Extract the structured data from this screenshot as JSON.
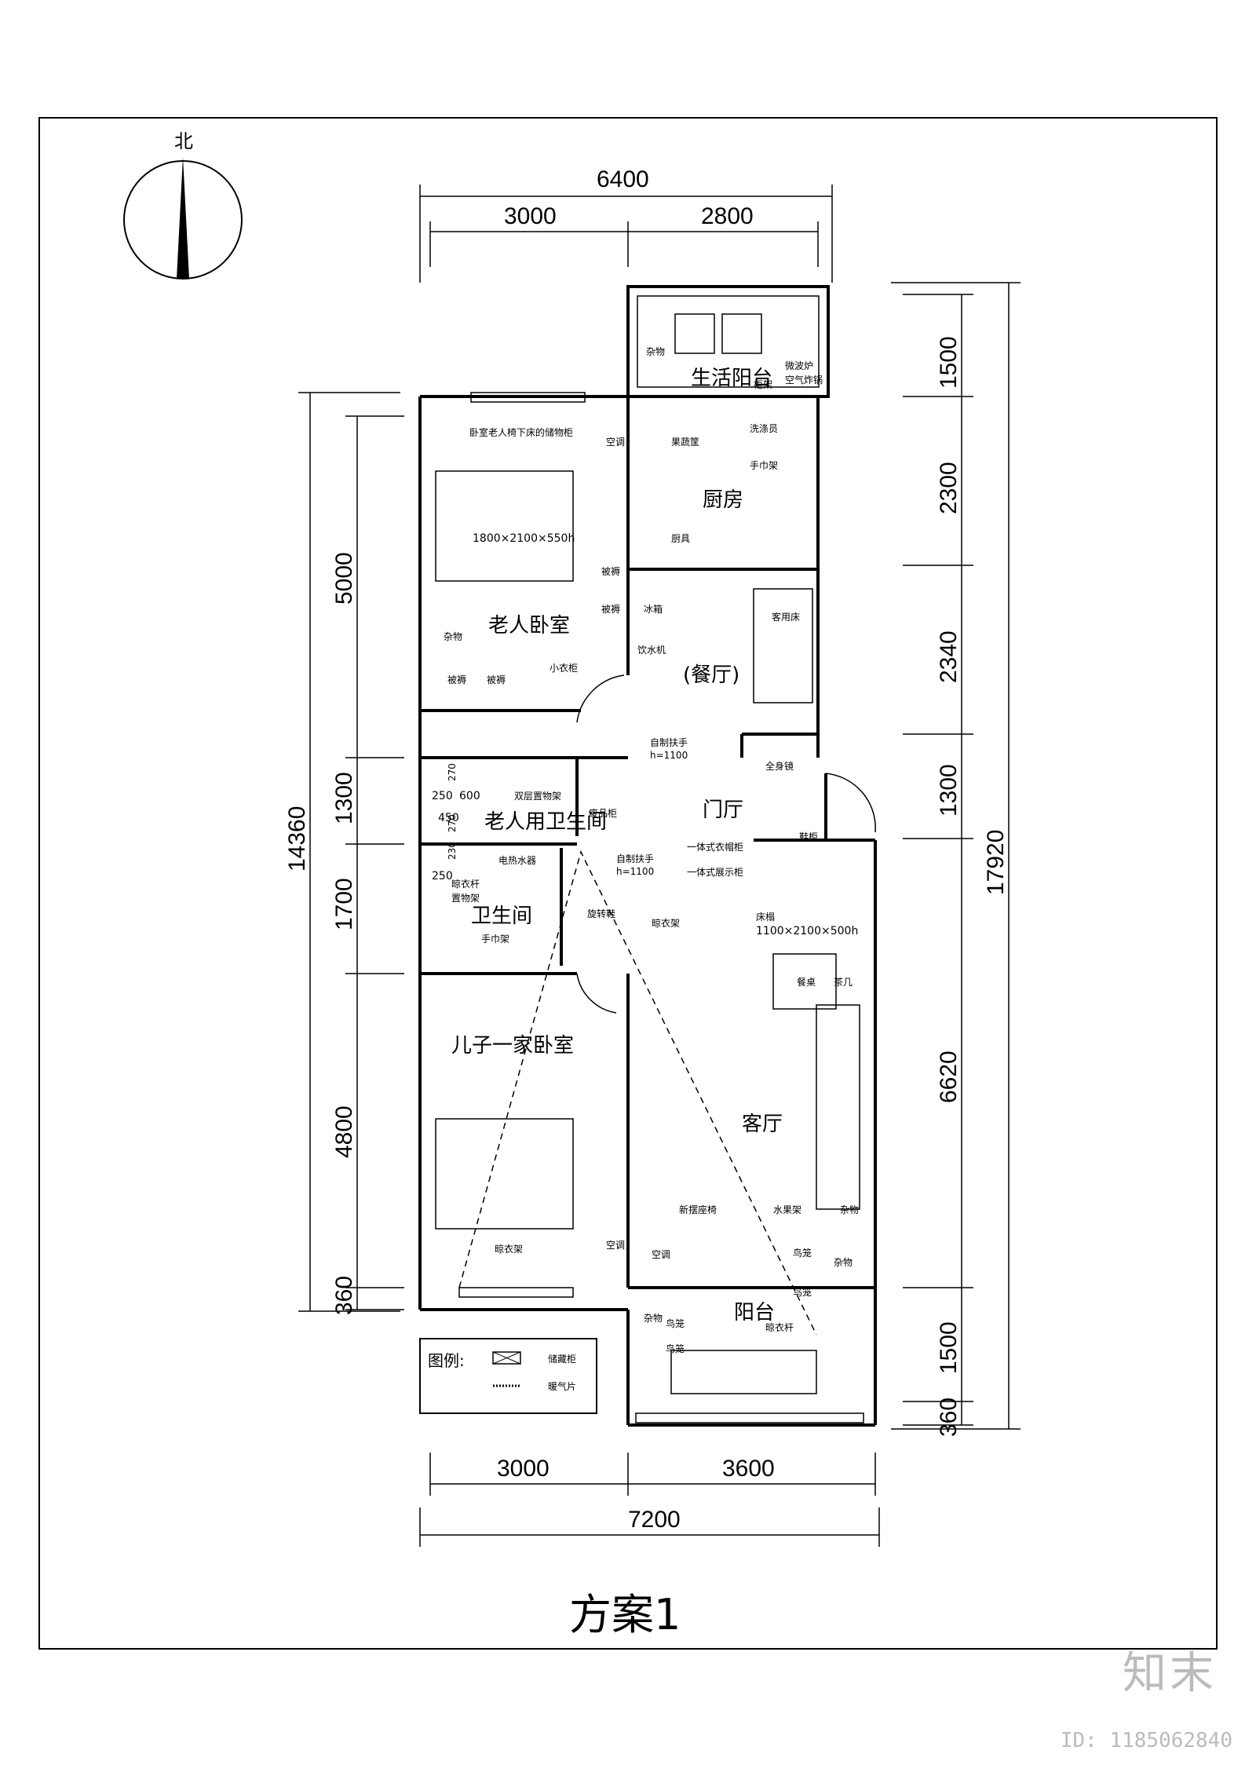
{
  "compass": {
    "north_label": "北"
  },
  "dimensions": {
    "top_total": "6400",
    "top_left": "3000",
    "top_right": "2800",
    "bottom_left": "3000",
    "bottom_right": "3600",
    "bottom_total": "7200",
    "left_total": "14360",
    "left_1": "5000",
    "left_2": "1300",
    "left_3": "1700",
    "left_4": "4800",
    "left_5": "360",
    "right_total": "17920",
    "right_1": "1500",
    "right_2": "2300",
    "right_3": "2340",
    "right_4": "1300",
    "right_5": "6620",
    "right_6": "1500",
    "right_7": "360"
  },
  "rooms": {
    "living_balcony": "生活阳台",
    "kitchen": "厨房",
    "elder_bedroom": "老人卧室",
    "dining": "(餐厅)",
    "foyer": "门厅",
    "elder_bathroom": "老人用卫生间",
    "bathroom": "卫生间",
    "son_bedroom": "儿子一家卧室",
    "living_room": "客厅",
    "balcony": "阳台"
  },
  "annotations": {
    "bed_size_1": "1800×2100×550h",
    "bed_size_2": "1100×2100×500h",
    "bed_label_2": "床榻",
    "note_under_bed": "卧室老人椅下床的储物柜",
    "aircon": "空调",
    "clutter": "杂物",
    "bedding": "被褥",
    "microwave": "微波炉",
    "air_fryer": "空气炸锅",
    "cabinet": "柜架",
    "fruit_basket": "果蔬筐",
    "washer": "洗涤员",
    "towel_rack": "手巾架",
    "fridge": "冰箱",
    "water_dispenser": "饮水机",
    "guest_bed": "客用床",
    "handrail_1": "自制扶手",
    "handrail_h_1": "h=1100",
    "handrail_2": "自制扶手",
    "handrail_h_2": "h=1100",
    "full_mirror": "全身镜",
    "shoe_cabinet": "鞋柜",
    "clothes_cabinet": "一体式衣帽柜",
    "display_cabinet": "一体式展示柜",
    "water_heater": "电热水器",
    "clothes_pole": "晾衣杆",
    "clothes_pole_2": "晾衣杆",
    "double_shelf": "双层置物架",
    "trash": "废品柜",
    "storage_rack": "置物架",
    "hand_towel": "手巾架",
    "rotating_shelf": "旋转鞋",
    "clothes_hanger": "晾衣架",
    "dining_table": "餐桌",
    "tea_table": "茶几",
    "new_seating": "新摆座椅",
    "water_rack": "水果架",
    "bird_1": "鸟笼",
    "bird_2": "鸟笼",
    "bird_3": "鸟笼",
    "bird_4": "鸟笼",
    "kitchen_sink": "厨具",
    "small_cabinet": "小衣柜",
    "dim_270a": "270",
    "dim_250": "250",
    "dim_600": "600",
    "dim_450": "450",
    "dim_270b": "270",
    "dim_250b": "250",
    "dim_230": "230"
  },
  "legend": {
    "title": "图例:",
    "item1": "储藏柜",
    "item2": "暖气片"
  },
  "plan_title": "方案1",
  "watermark": {
    "brand": "知末",
    "id": "ID: 1185062840"
  }
}
